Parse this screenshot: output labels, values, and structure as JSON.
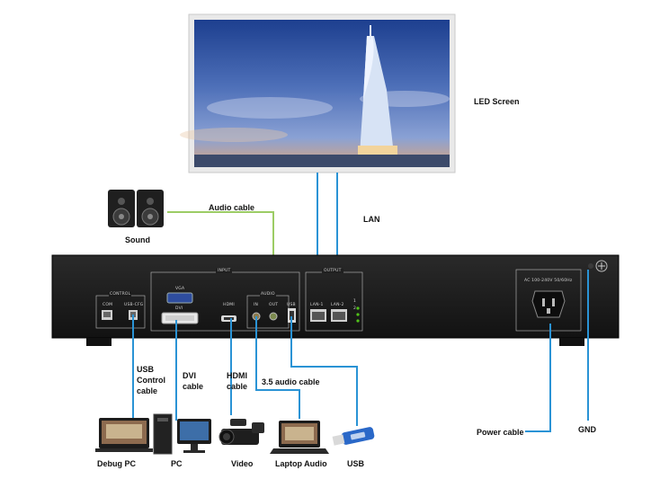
{
  "labels": {
    "led_screen": "LED Screen",
    "lan": "LAN",
    "audio_cable": "Audio cable",
    "sound": "Sound",
    "usb_control_cable": [
      "USB",
      "Control",
      "cable"
    ],
    "dvi_cable": [
      "DVI",
      "cable"
    ],
    "hdmi_cable": [
      "HDMI",
      "cable"
    ],
    "audio_35_cable": "3.5 audio cable",
    "power_cable": "Power cable",
    "gnd": "GND"
  },
  "devices": {
    "debug_pc": "Debug PC",
    "pc": "PC",
    "video": "Video",
    "laptop_audio": "Laptop Audio",
    "usb": "USB"
  },
  "panel": {
    "control": "CONTROL",
    "com": "COM",
    "usb_cfg": "USB-CFG",
    "input": "INPUT",
    "vga": "VGA",
    "dvi": "DVI",
    "hdmi": "HDMI",
    "audio": "AUDIO",
    "audio_in": "IN",
    "audio_out": "OUT",
    "usb": "USB",
    "output": "OUTPUT",
    "lan1": "LAN-1",
    "lan2": "LAN-2",
    "ind1": "1",
    "ind2": "2",
    "power_rating": "AC 100-240V 50/60Hz"
  },
  "colors": {
    "cable_blue": "#2a93d5",
    "cable_green": "#9ccc65",
    "chassis": "#1c1c1c"
  }
}
